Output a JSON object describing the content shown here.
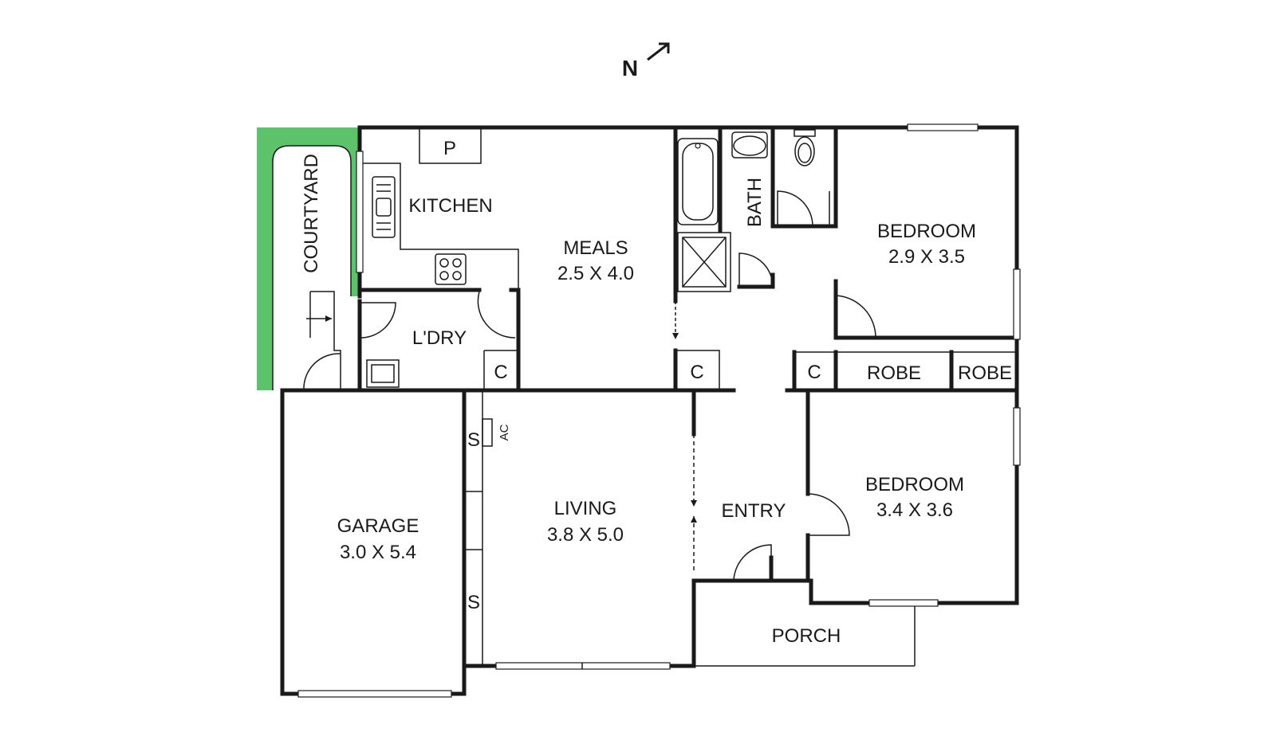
{
  "compass": {
    "label": "N"
  },
  "rooms": {
    "courtyard": {
      "name": "COURTYARD"
    },
    "kitchen": {
      "name": "KITCHEN"
    },
    "pantry": {
      "name": "P"
    },
    "meals": {
      "name": "MEALS",
      "size": "2.5 X 4.0"
    },
    "bath": {
      "name": "BATH"
    },
    "bedroom_1": {
      "name": "BEDROOM",
      "size": "2.9 X 3.5"
    },
    "laundry": {
      "name": "L'DRY"
    },
    "bedroom_2": {
      "name": "BEDROOM",
      "size": "3.4 X 3.6"
    },
    "garage": {
      "name": "GARAGE",
      "size": "3.0 X 5.4"
    },
    "living": {
      "name": "LIVING",
      "size": "3.8 X 5.0"
    },
    "entry": {
      "name": "ENTRY"
    },
    "porch": {
      "name": "PORCH"
    }
  },
  "fixtures": {
    "cupboard_laundry": "C",
    "cupboard_meals": "C",
    "cupboard_hall": "C",
    "robe_1": "ROBE",
    "robe_2": "ROBE",
    "storage_1": "S",
    "storage_2": "S",
    "air_conditioner": "AC"
  },
  "colors": {
    "courtyard": "#5cc36a",
    "walls": "#1a1a1a"
  }
}
